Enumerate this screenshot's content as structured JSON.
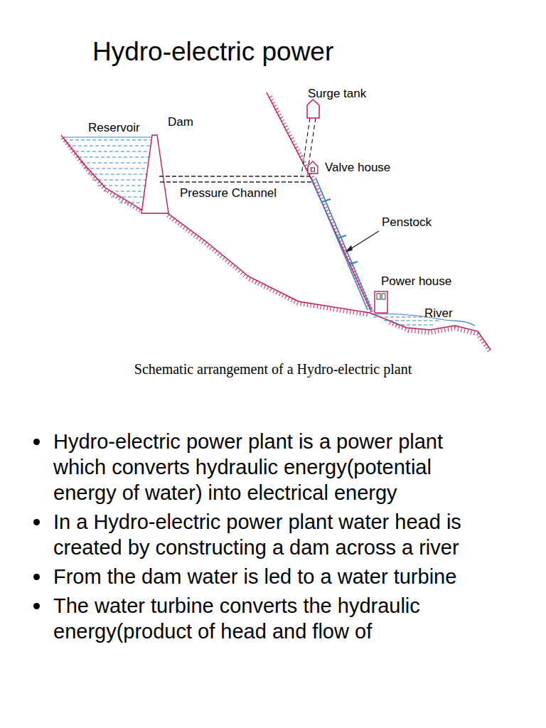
{
  "diagram": {
    "title": "Hydro-electric power",
    "caption": "Schematic arrangement of a Hydro-electric plant",
    "labels": [
      "Surge tank",
      "Reservoir",
      "Dam",
      "Valve house",
      "Pressure Channel",
      "Penstock",
      "Power house",
      "River",
      "Hydro-electric power plant is a power plant which converts hydraulic energy(potential energy of water) into electrical energy",
      "In a Hydro-electric power plant water head is created by constructing a dam across a river",
      "From the dam water is led to a water turbine",
      "The water turbine converts the hydraulic energy(product of head and flow of"
    ]
  }
}
